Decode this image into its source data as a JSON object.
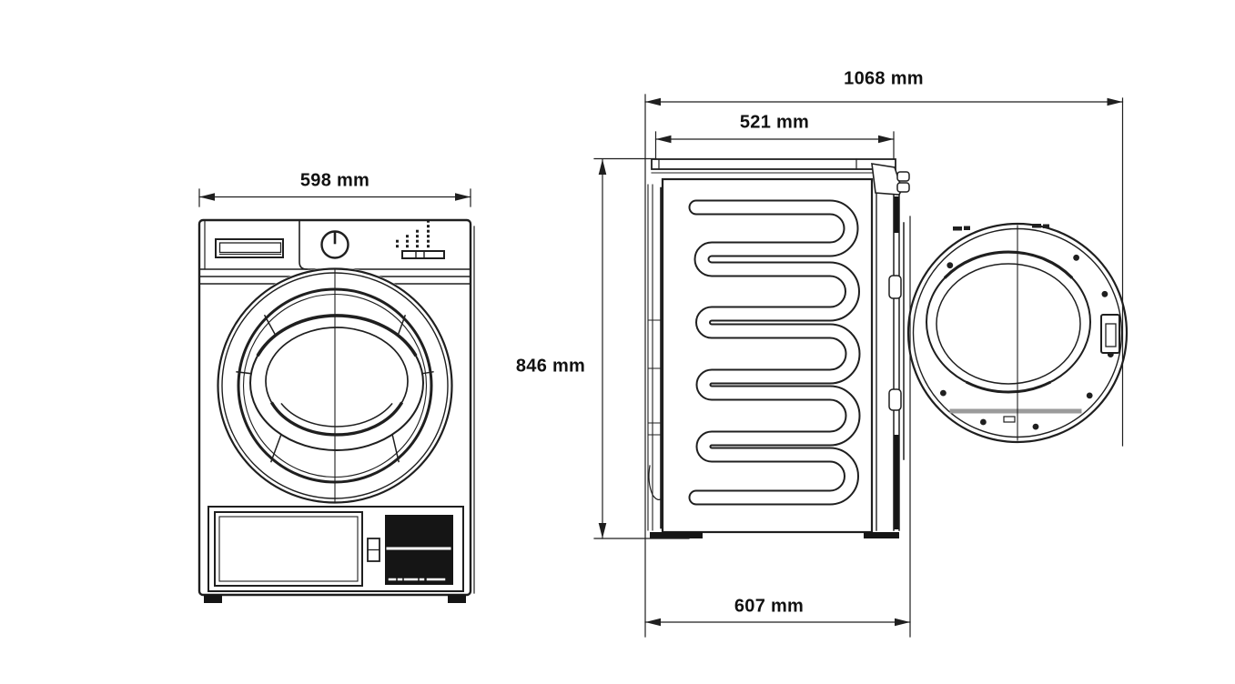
{
  "diagram": {
    "background": "#ffffff",
    "line_color": "#1f1f1f",
    "grille_color": "#151515",
    "shelf_gray": "#9b9b9b"
  },
  "labels": {
    "front_width": "598 mm",
    "overall_depth": "1068 mm",
    "body_top_depth": "521 mm",
    "height": "846 mm",
    "body_depth": "607 mm"
  }
}
